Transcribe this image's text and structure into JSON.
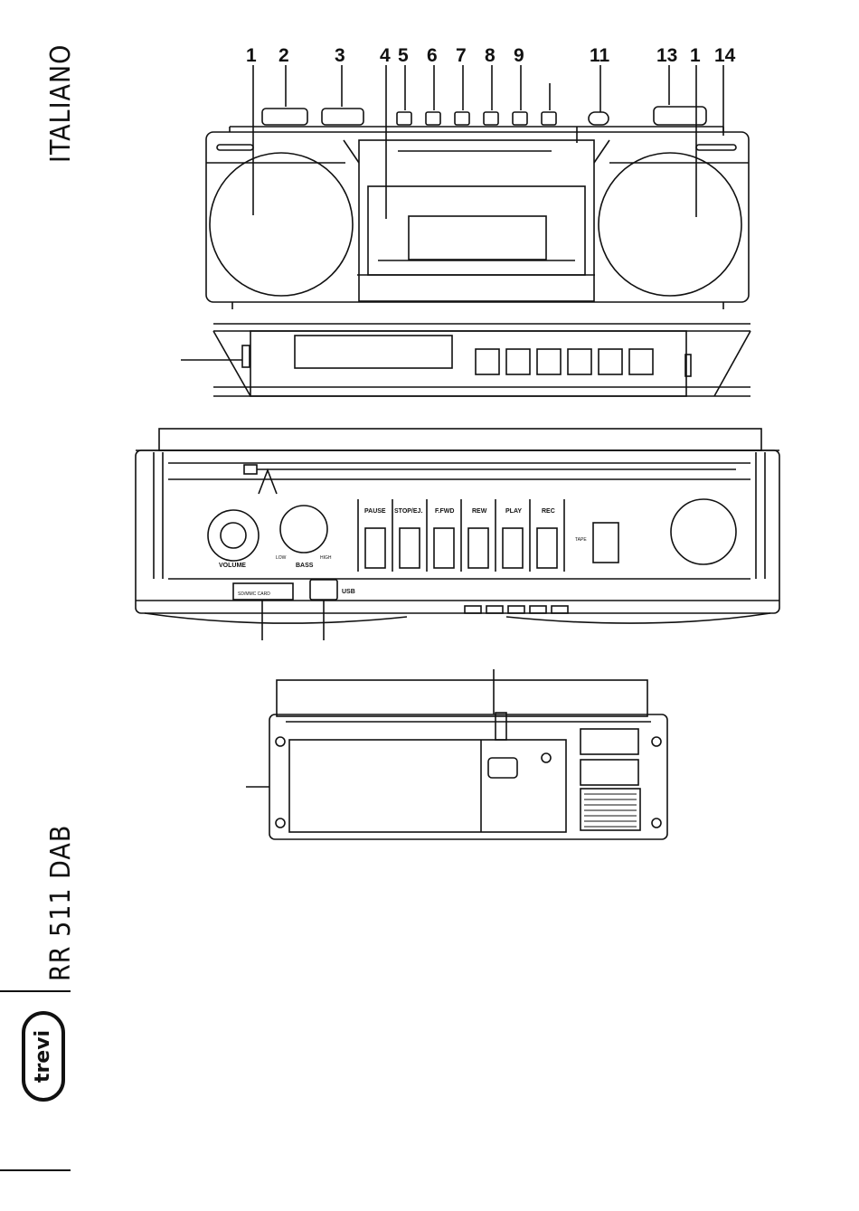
{
  "sidebar": {
    "language": "ITALIANO",
    "model": "RR 511 DAB",
    "brand_logo": "trevi"
  },
  "callouts": [
    "1",
    "2",
    "3",
    "4",
    "5",
    "6",
    "7",
    "8",
    "9",
    "11",
    "13",
    "1",
    "14"
  ],
  "front_panel": {
    "buttons": [
      "PAUSE",
      "STOP/EJ.",
      "F.FWD",
      "REW",
      "PLAY",
      "REC"
    ],
    "knobs": [
      "VOLUME",
      "BASS"
    ],
    "bass_min": "LOW",
    "bass_max": "HIGH",
    "switch": "TAPE",
    "card_slot": "SD/MMC CARD",
    "usb": "USB"
  },
  "icons": {
    "logo": "trevi-logo",
    "diagram": "boombox-line-drawing"
  },
  "colors": {
    "ink": "#111111",
    "paper": "#ffffff"
  }
}
